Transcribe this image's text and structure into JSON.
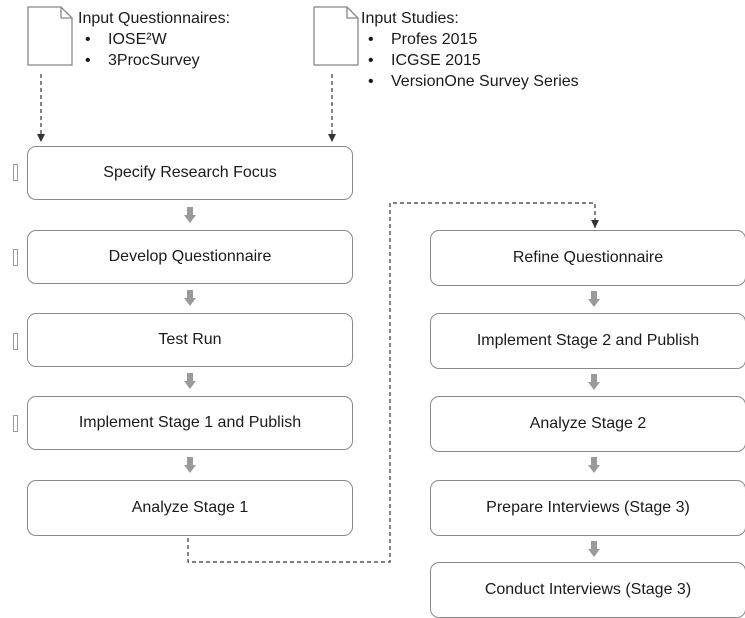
{
  "inputs": {
    "questionnaires": {
      "title": "Input Questionnaires:",
      "items": [
        "IOSE²W",
        "3ProcSurvey"
      ]
    },
    "studies": {
      "title": "Input Studies:",
      "items": [
        "Profes 2015",
        "ICGSE 2015",
        "VersionOne Survey Series"
      ]
    }
  },
  "stage_column_left": [
    "Specify Research Focus",
    "Develop Questionnaire",
    "Test Run",
    "Implement Stage 1 and Publish",
    "Analyze Stage 1"
  ],
  "stage_column_right": [
    "Refine Questionnaire",
    "Implement Stage 2 and Publish",
    "Analyze Stage 2",
    "Prepare Interviews (Stage 3)",
    "Conduct Interviews (Stage 3)"
  ],
  "colors": {
    "box_border": "#8a8a8a",
    "arrow_fill": "#9a9a9a",
    "connector": "#333333"
  }
}
